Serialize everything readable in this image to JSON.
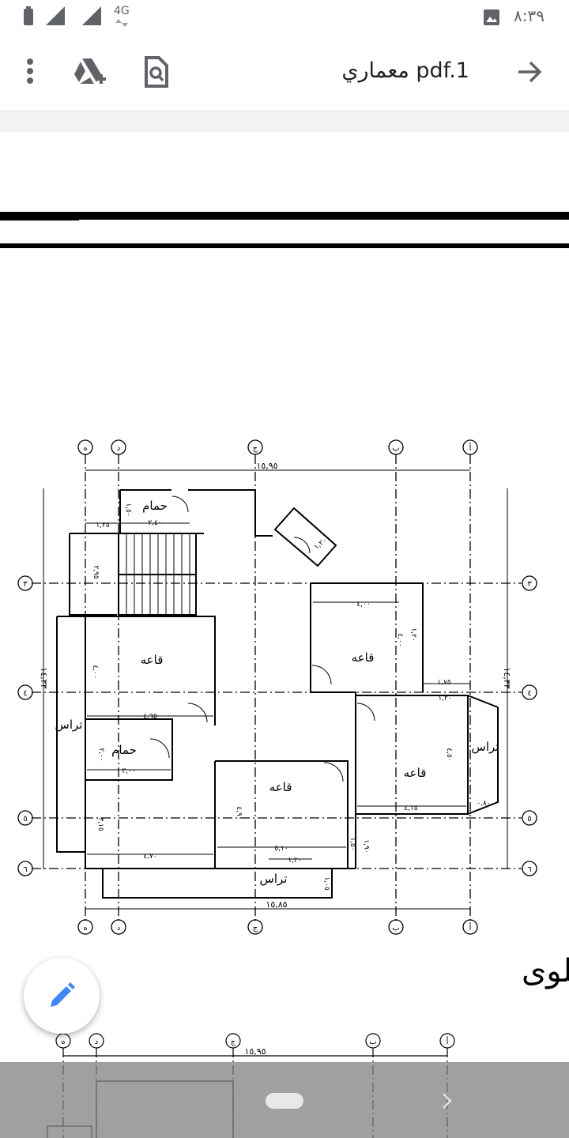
{
  "status": {
    "network": "4G",
    "time": "٨:٣٩"
  },
  "appbar": {
    "title": "pdf.1 معماري",
    "icons": [
      "more-vert-icon",
      "drive-add-icon",
      "find-in-page-icon",
      "back-arrow-icon"
    ]
  },
  "plan": {
    "heading": "المسقط الافقى الدور الاول علوى",
    "axes_top": [
      "ه",
      "د",
      "ج",
      "ب",
      "أ"
    ],
    "axes_side": [
      "٣",
      "٤",
      "٥",
      "٦"
    ],
    "dim_top": "١٥,٩٥",
    "dim_bottom": "١٥,٨٥",
    "dim_side": "١٤,٣٣",
    "rooms": {
      "bath_top": "حمام",
      "hall_left": "قاعه",
      "hall_right": "قاعه",
      "bath_left": "حمام",
      "hall_center": "قاعه",
      "hall_east": "قاعه",
      "terrace_left": "تراس",
      "terrace_bottom": "تراس",
      "terrace_right": "تراس"
    },
    "dims": {
      "d1": "١,٢٥",
      "d2": "٢,٤٠",
      "d3": "١,٥٠",
      "d4": "٢,٩٥",
      "d5": "٤,٠٠",
      "d6": "١,٢٠",
      "d7": "٤,٠٠",
      "d8": "١,٧٥",
      "d9": "٤,٦٥",
      "d10": "٤,٠٠",
      "d11": "٣,٠٠",
      "d12": "٢,٠٠",
      "d13": "٤,١٥",
      "d14": "٤,٥٠",
      "d15": "٠,٨٠",
      "d16": "٤,٩٠",
      "d17": "٥,١٠",
      "d18": "١,٢٠",
      "d19": "٤,٧٠",
      "d20": "٣,١٥",
      "d21": "١,٩٠",
      "d22": "١,٠٥",
      "d23": "١,٢٠",
      "d24": "١,٢٠",
      "d25": "١,٥٠"
    },
    "next_dim_top": "١٥,٩٥"
  }
}
